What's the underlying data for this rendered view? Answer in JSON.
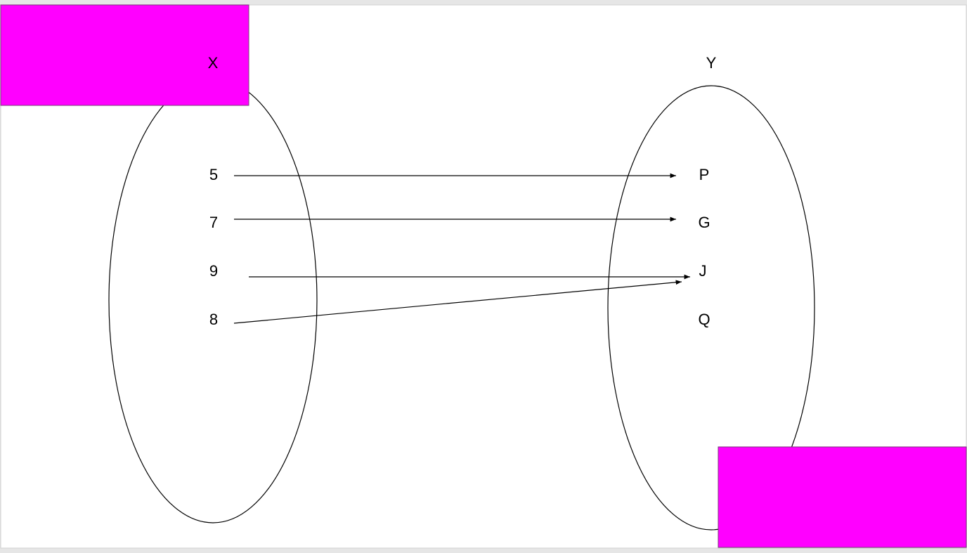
{
  "diagram": {
    "set_x": {
      "label": "X",
      "elements": [
        "5",
        "7",
        "9",
        "8"
      ]
    },
    "set_y": {
      "label": "Y",
      "elements": [
        "P",
        "G",
        "J",
        "Q"
      ]
    },
    "mappings": [
      {
        "from": "5",
        "to": "P"
      },
      {
        "from": "7",
        "to": "G"
      },
      {
        "from": "9",
        "to": "J"
      },
      {
        "from": "8",
        "to": "J"
      }
    ]
  },
  "colors": {
    "background": "#ffffff",
    "border": "#d0d0d0",
    "outline": "#000000",
    "highlight_box": "#ff00ff"
  }
}
